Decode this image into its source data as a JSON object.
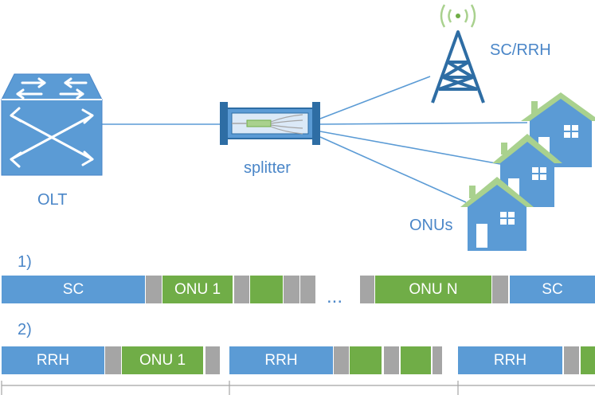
{
  "labels": {
    "olt": "OLT",
    "splitter": "splitter",
    "sc_rrh": "SC/RRH",
    "onus": "ONUs"
  },
  "colors": {
    "blue": "#5b9bd5",
    "blue_dark": "#2e6da4",
    "green": "#70ad47",
    "green_light": "#a9d18e",
    "gray": "#a5a5a5",
    "text_blue": "#4a86c8"
  },
  "timeline1": {
    "label": "1)",
    "ellipsis": "...",
    "segments": [
      {
        "kind": "blue",
        "text": "SC"
      },
      {
        "kind": "gray",
        "text": ""
      },
      {
        "kind": "green",
        "text": "ONU 1"
      },
      {
        "kind": "gray",
        "text": ""
      },
      {
        "kind": "green",
        "text": ""
      },
      {
        "kind": "gray",
        "text": ""
      },
      {
        "kind": "gray",
        "text": ""
      },
      {
        "kind": "gray",
        "text": ""
      },
      {
        "kind": "green",
        "text": "ONU N"
      },
      {
        "kind": "gray",
        "text": ""
      },
      {
        "kind": "blue",
        "text": "SC"
      }
    ]
  },
  "timeline2": {
    "label": "2)",
    "segments": [
      {
        "kind": "blue",
        "text": "RRH"
      },
      {
        "kind": "gray",
        "text": ""
      },
      {
        "kind": "green",
        "text": "ONU 1"
      },
      {
        "kind": "gray",
        "text": ""
      },
      {
        "kind": "blue",
        "text": "RRH"
      },
      {
        "kind": "gray",
        "text": ""
      },
      {
        "kind": "green",
        "text": ""
      },
      {
        "kind": "gray",
        "text": ""
      },
      {
        "kind": "green",
        "text": ""
      },
      {
        "kind": "gray",
        "text": ""
      },
      {
        "kind": "blue",
        "text": "RRH"
      },
      {
        "kind": "gray",
        "text": ""
      },
      {
        "kind": "green",
        "text": ""
      }
    ]
  }
}
